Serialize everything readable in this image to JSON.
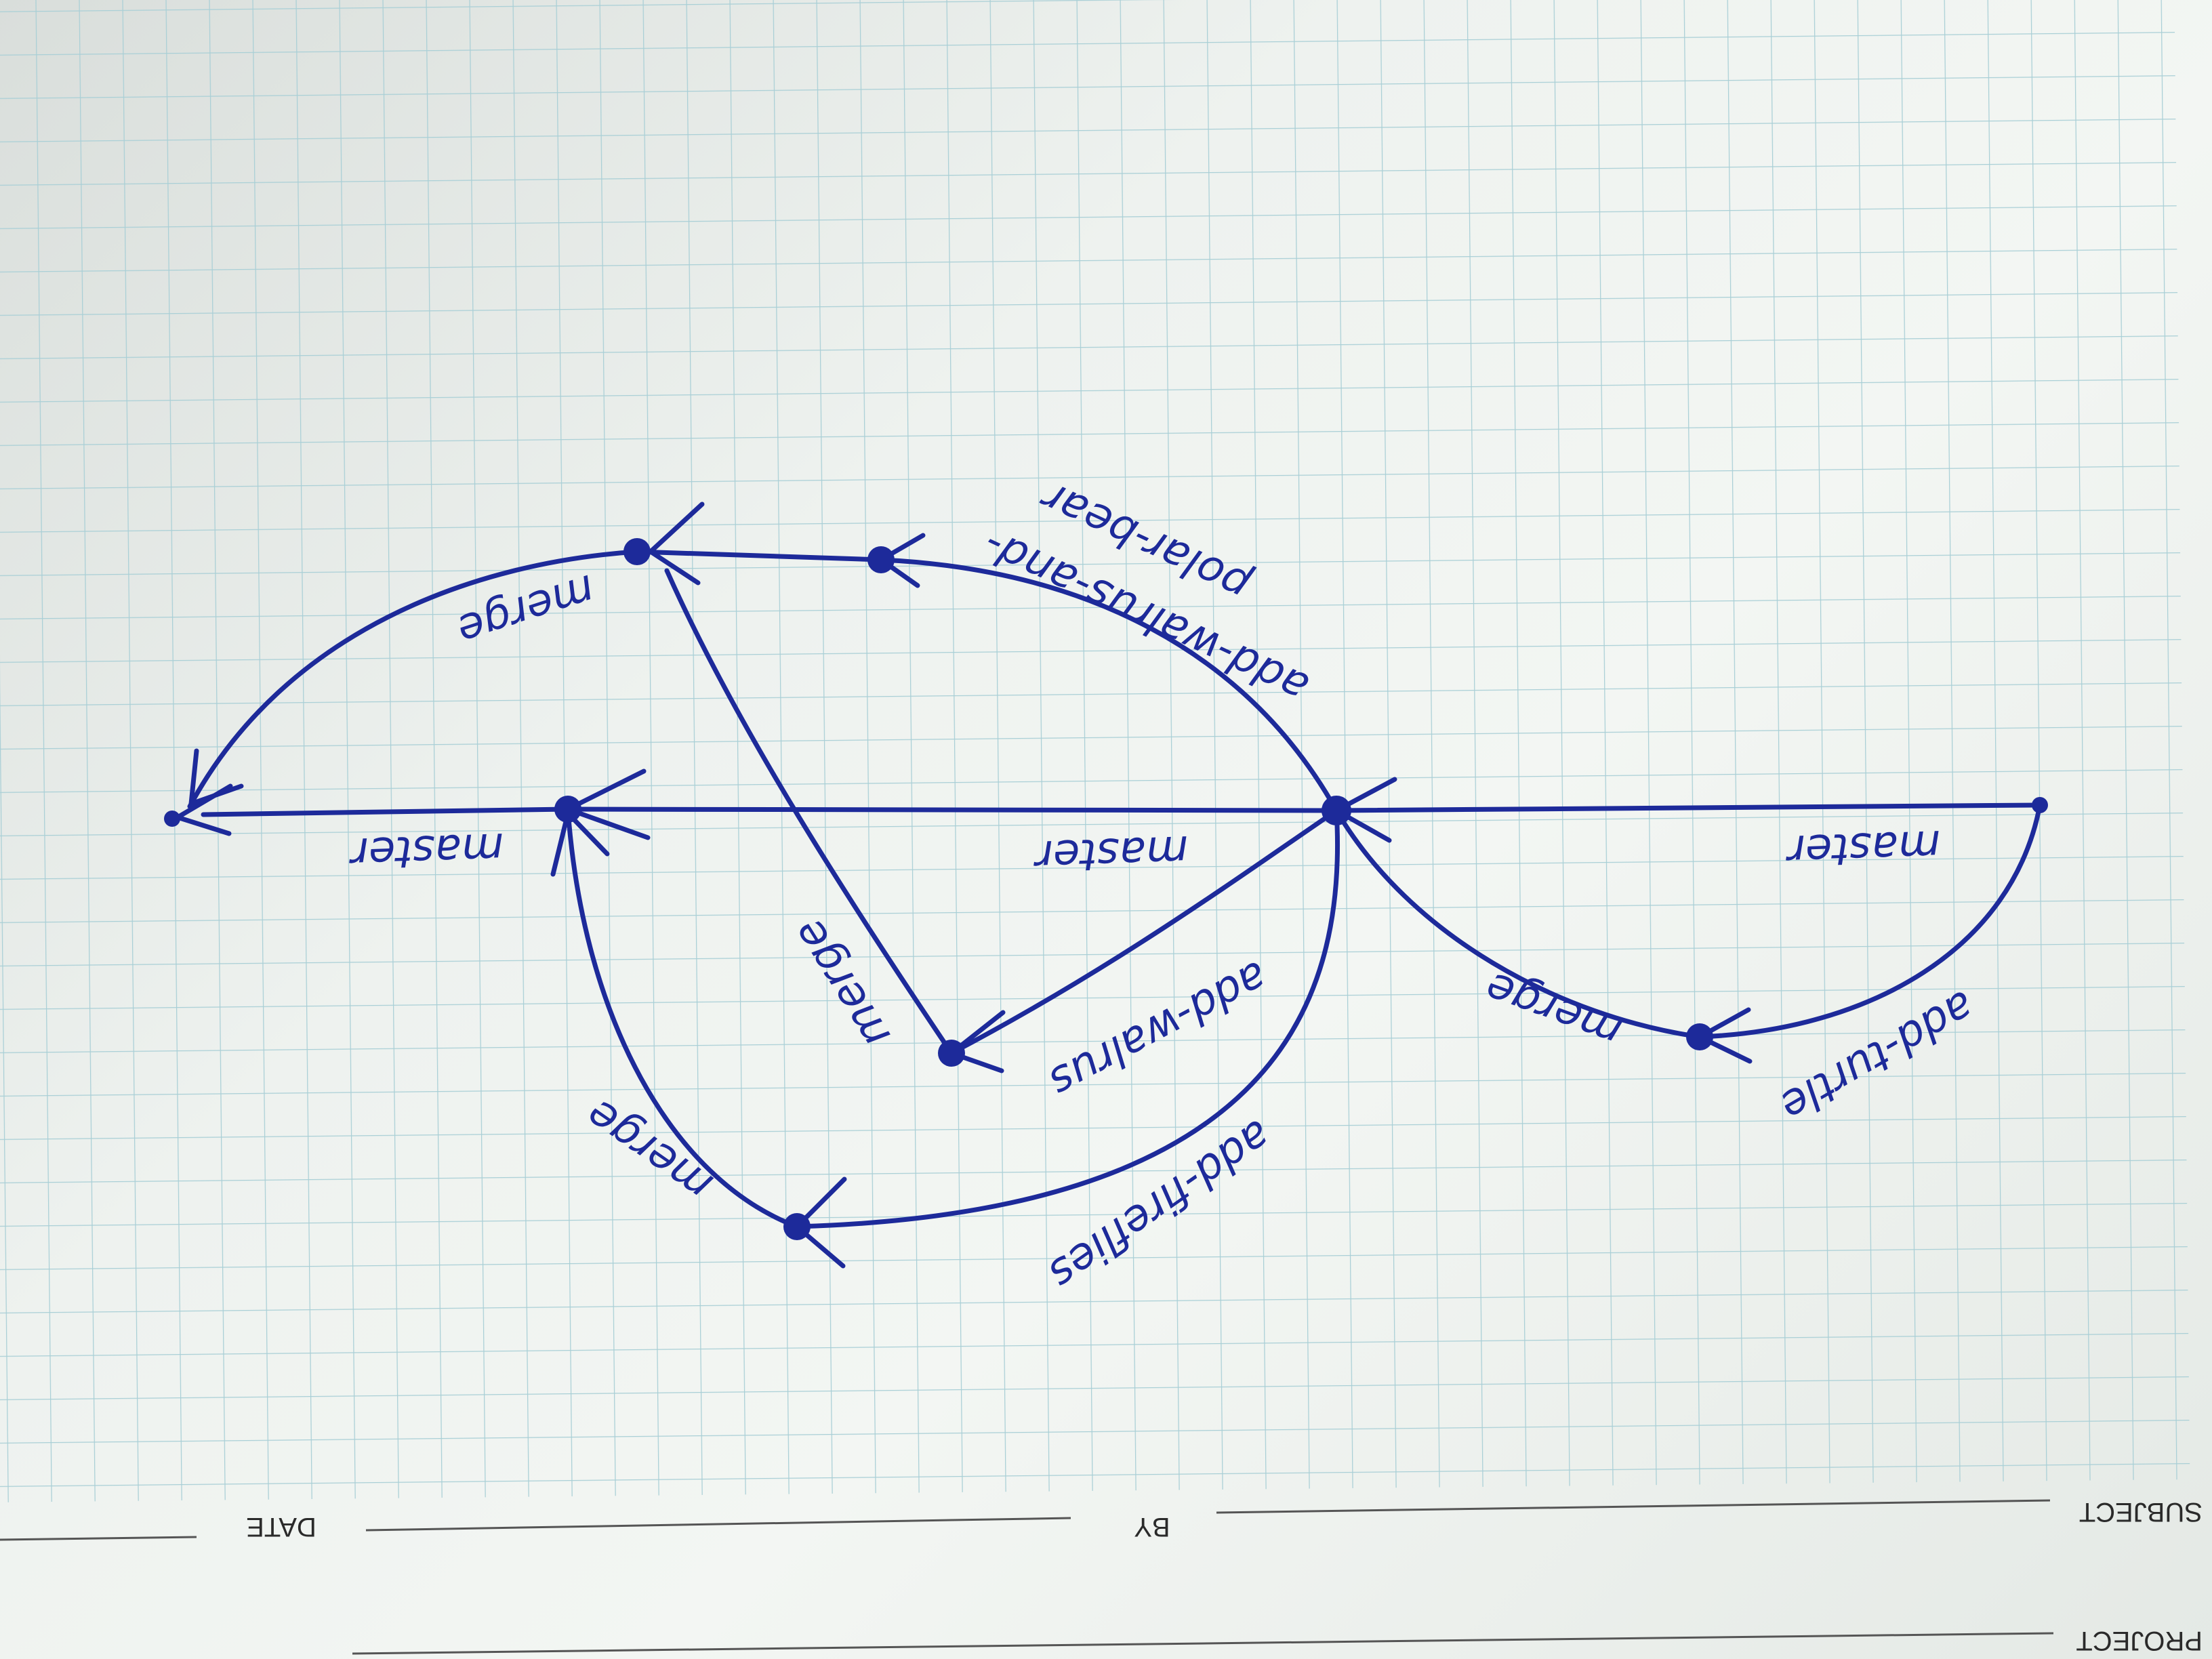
{
  "form": {
    "subject_label": "SUBJECT",
    "by_label": "BY",
    "date_label": "DATE",
    "project_label": "PROJECT"
  },
  "diagram": {
    "labels": {
      "master_right": "master",
      "master_middle": "master",
      "master_left": "master",
      "add_turtle": "add-turtle",
      "merge_turtle": "merge",
      "add_walrus_polar_bear_line1": "add-walrus-and-",
      "add_walrus_polar_bear_line2": "polar-bear",
      "merge_top": "merge",
      "add_walrus": "add-walrus",
      "merge_walrus": "merge",
      "add_fireflies": "add-fireflies",
      "merge_fireflies": "merge"
    }
  },
  "colors": {
    "ink": "#1d2a9a",
    "grid": "#a9cfd6",
    "paper": "#eef2ef"
  }
}
